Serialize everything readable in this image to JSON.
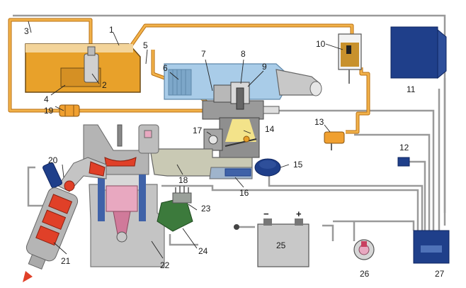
{
  "labels": {
    "l1": "1",
    "l2": "2",
    "l3": "3",
    "l4": "4",
    "l5": "5",
    "l6": "6",
    "l7": "7",
    "l8": "8",
    "l9": "9",
    "l10": "10",
    "l11": "11",
    "l12": "12",
    "l13": "13",
    "l14": "14",
    "l15": "15",
    "l16": "16",
    "l17": "17",
    "l18": "18",
    "l19": "19",
    "l20": "20",
    "l21": "21",
    "l22": "22",
    "l23": "23",
    "l24": "24",
    "l25": "25",
    "l26": "26",
    "l27": "27"
  },
  "battery": {
    "minus": "−",
    "plus": "+"
  },
  "colors": {
    "fuel": "#e8a12a",
    "fuel_dark": "#b86f10",
    "wire": "#9a9a9a",
    "air": "#a9cce8",
    "manifold": "#c9c9b4",
    "engine": "#c4c4c4",
    "ecu": "#1f3f8a",
    "hot": "#e04028",
    "piston": "#e8a8c0"
  }
}
